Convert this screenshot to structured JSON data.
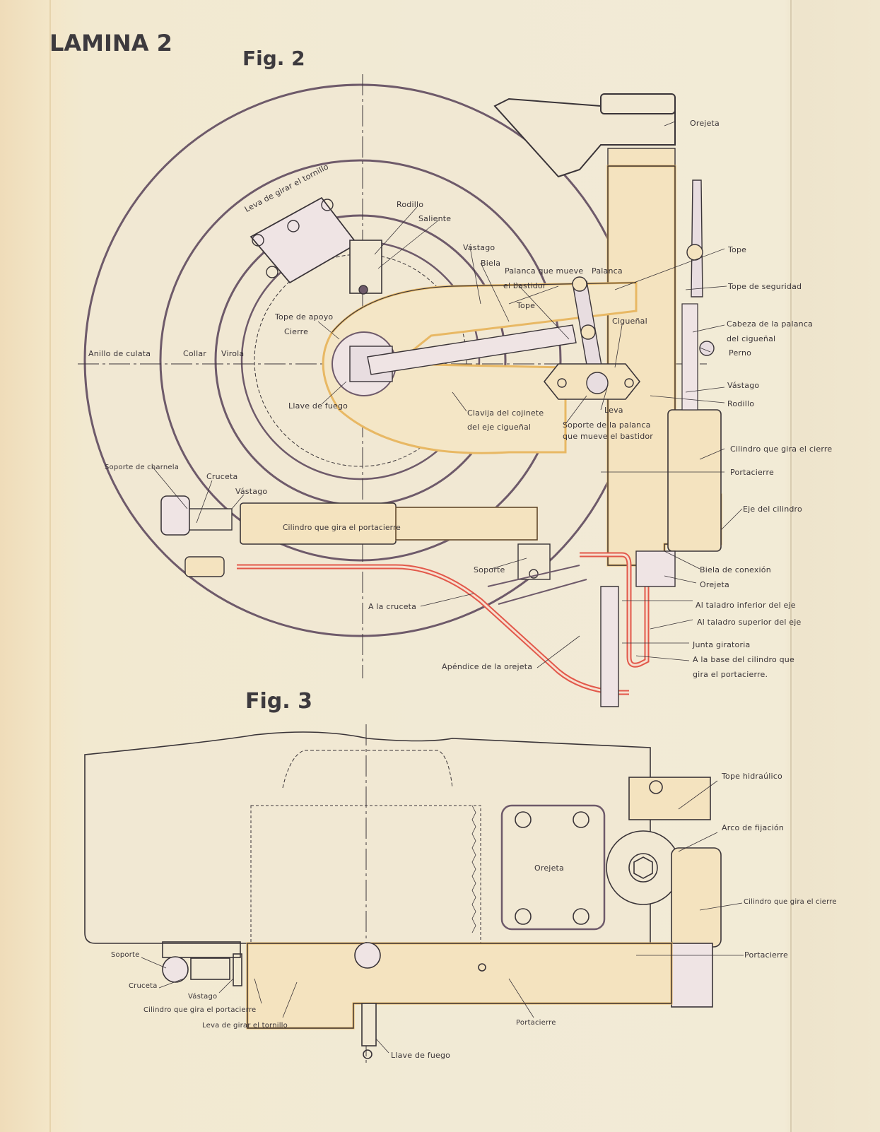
{
  "plate": {
    "title": "LAMINA 2"
  },
  "figures": [
    {
      "id": "fig2",
      "caption": "Fig. 2",
      "labels": {
        "leva_girar": "Leva de girar el tornillo",
        "rodillo_top": "Rodillo",
        "saliente": "Saliente",
        "vastago_top": "Vástago",
        "biela": "Biela",
        "palanca_mueve": "Palanca que mueve",
        "el_bastidor": "el bastidor",
        "palanca": "Palanca",
        "tope_mid": "Tope",
        "tope_apoyo": "Tope de apoyo",
        "cierre": "Cierre",
        "ciguenal": "Cigueñal",
        "anillo": "Anillo de culata",
        "collar": "Collar",
        "virola": "Virola",
        "llave_fuego": "Llave de fuego",
        "clavija1": "Clavija del cojinete",
        "clavija2": "del eje cigueñal",
        "leva": "Leva",
        "soporte_palanca1": "Soporte de la palanca",
        "soporte_palanca2": "que mueve el bastidor",
        "orejeta_top": "Orejeta",
        "tope_right": "Tope",
        "tope_seguridad": "Tope de seguridad",
        "cabeza1": "Cabeza de la palanca",
        "cabeza2": "del cigueñal",
        "perno": "Perno",
        "vastago_right": "Vástago",
        "rodillo_right": "Rodillo",
        "cil_cierre": "Cilindro que gira el cierre",
        "portacierre": "Portacierre",
        "eje_cilindro": "Eje del cilindro",
        "soporte_charnela": "Soporte de charnela",
        "cruceta": "Cruceta",
        "vastago_left": "Vástago",
        "cil_portacierre": "Cilindro que gira el portacierre",
        "soporte": "Soporte",
        "biela_conexion": "Biela de conexión",
        "orejeta_low": "Orejeta",
        "a_cruceta": "A la cruceta",
        "taladro_inf": "Al taladro inferior del eje",
        "taladro_sup": "Al taladro superior del eje",
        "junta": "Junta giratoria",
        "base_cil1": "A la base del cilindro que",
        "base_cil2": "gira el portacierre.",
        "apendice": "Apéndice de la orejeta"
      }
    },
    {
      "id": "fig3",
      "caption": "Fig. 3",
      "labels": {
        "tope_hidraulico": "Tope hidraúlico",
        "arco_fijacion": "Arco de fijación",
        "orejeta": "Orejeta",
        "cil_cierre": "Cilindro que gira el cierre",
        "portacierre_right": "Portacierre",
        "soporte": "Soporte",
        "cruceta": "Cruceta",
        "vastago": "Vástago",
        "cil_portacierre": "Cilindro que gira el portacierre",
        "leva_girar": "Leva de girar el tornillo",
        "portacierre_bottom": "Portacierre",
        "llave_fuego": "Llave de fuego"
      }
    }
  ],
  "colors": {
    "ink": "#3a3438",
    "ring": "#6e5a6a",
    "fill": "#f4e3bf",
    "edge": "#e8b864",
    "pipe": "#e2584a"
  }
}
